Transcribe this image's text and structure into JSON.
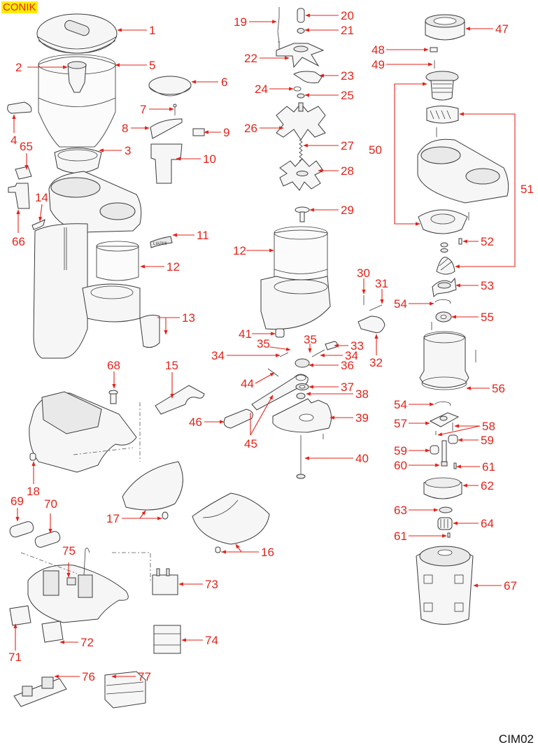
{
  "header": {
    "model_badge": "CONIK"
  },
  "footer": {
    "drawing_code": "CIM02"
  },
  "colors": {
    "label": "#e2231a",
    "badge_bg": "#ffee00",
    "line_art": "#3a3a3a"
  },
  "callouts": [
    {
      "id": "c1",
      "text": "1",
      "part": "hopper-lid"
    },
    {
      "id": "c2",
      "text": "2",
      "part": "hopper-throat"
    },
    {
      "id": "c5",
      "text": "5",
      "part": "bean-hopper"
    },
    {
      "id": "c6",
      "text": "6",
      "part": "dosing-cover"
    },
    {
      "id": "c7",
      "text": "7",
      "part": "screw"
    },
    {
      "id": "c8",
      "text": "8",
      "part": "half-cover-plate"
    },
    {
      "id": "c9",
      "text": "9",
      "part": "microswitch"
    },
    {
      "id": "c10",
      "text": "10",
      "part": "switch-bracket"
    },
    {
      "id": "c4",
      "text": "4",
      "part": "hopper-gate"
    },
    {
      "id": "c65",
      "text": "65",
      "part": "switch-cap"
    },
    {
      "id": "c3",
      "text": "3",
      "part": "hopper-collar"
    },
    {
      "id": "c14",
      "text": "14",
      "part": "side-strip"
    },
    {
      "id": "c66",
      "text": "66",
      "part": "main-switch"
    },
    {
      "id": "c11",
      "text": "11",
      "part": "logo-badge"
    },
    {
      "id": "c12a",
      "text": "12",
      "part": "doser-glass"
    },
    {
      "id": "c13",
      "text": "13",
      "part": "discharge-spout"
    },
    {
      "id": "c19",
      "text": "19",
      "part": "stirring-wire"
    },
    {
      "id": "c20",
      "text": "20",
      "part": "knob-cap"
    },
    {
      "id": "c21",
      "text": "21",
      "part": "nut"
    },
    {
      "id": "c22",
      "text": "22",
      "part": "dosing-star-top"
    },
    {
      "id": "c23",
      "text": "23",
      "part": "dose-plate"
    },
    {
      "id": "c24",
      "text": "24",
      "part": "circlip"
    },
    {
      "id": "c25",
      "text": "25",
      "part": "washer"
    },
    {
      "id": "c26",
      "text": "26",
      "part": "dosing-star"
    },
    {
      "id": "c27",
      "text": "27",
      "part": "spring"
    },
    {
      "id": "c28",
      "text": "28",
      "part": "lower-star"
    },
    {
      "id": "c29",
      "text": "29",
      "part": "doser-pin"
    },
    {
      "id": "c12b",
      "text": "12",
      "part": "doser-glass"
    },
    {
      "id": "c30",
      "text": "30",
      "part": "screw"
    },
    {
      "id": "c31",
      "text": "31",
      "part": "spring"
    },
    {
      "id": "c32",
      "text": "32",
      "part": "lever-bracket"
    },
    {
      "id": "c41",
      "text": "41",
      "part": "bushing"
    },
    {
      "id": "c35a",
      "text": "35",
      "part": "pin"
    },
    {
      "id": "c35b",
      "text": "35",
      "part": "pin"
    },
    {
      "id": "c33",
      "text": "33",
      "part": "spring-hook"
    },
    {
      "id": "c34a",
      "text": "34",
      "part": "spring"
    },
    {
      "id": "c34b",
      "text": "34",
      "part": "spring"
    },
    {
      "id": "c36",
      "text": "36",
      "part": "knurled-nut"
    },
    {
      "id": "c44",
      "text": "44",
      "part": "return-spring"
    },
    {
      "id": "c37",
      "text": "37",
      "part": "washer"
    },
    {
      "id": "c38",
      "text": "38",
      "part": "hex-nut"
    },
    {
      "id": "c46",
      "text": "46",
      "part": "lever-grip"
    },
    {
      "id": "c39",
      "text": "39",
      "part": "doser-base-plate"
    },
    {
      "id": "c45",
      "text": "45",
      "part": "dosing-lever"
    },
    {
      "id": "c40",
      "text": "40",
      "part": "long-bolt"
    },
    {
      "id": "c47",
      "text": "47",
      "part": "adjust-ring"
    },
    {
      "id": "c48",
      "text": "48",
      "part": "lock-tab"
    },
    {
      "id": "c49",
      "text": "49",
      "part": "spring"
    },
    {
      "id": "c50",
      "text": "50",
      "part": "upper-burr-carrier"
    },
    {
      "id": "c51",
      "text": "51",
      "part": "burr-set"
    },
    {
      "id": "c52",
      "text": "52",
      "part": "pin"
    },
    {
      "id": "c53",
      "text": "53",
      "part": "ejector"
    },
    {
      "id": "c54a",
      "text": "54",
      "part": "circlip"
    },
    {
      "id": "c55",
      "text": "55",
      "part": "bearing"
    },
    {
      "id": "c56",
      "text": "56",
      "part": "gear-housing"
    },
    {
      "id": "c54b",
      "text": "54",
      "part": "circlip"
    },
    {
      "id": "c57",
      "text": "57",
      "part": "planet-carrier"
    },
    {
      "id": "c58",
      "text": "58",
      "part": "planet-pin"
    },
    {
      "id": "c59a",
      "text": "59",
      "part": "planet-gear"
    },
    {
      "id": "c59b",
      "text": "59",
      "part": "planet-gear"
    },
    {
      "id": "c60",
      "text": "60",
      "part": "main-shaft"
    },
    {
      "id": "c61a",
      "text": "61",
      "part": "key"
    },
    {
      "id": "c62",
      "text": "62",
      "part": "ring-gear"
    },
    {
      "id": "c63",
      "text": "63",
      "part": "bearing"
    },
    {
      "id": "c64",
      "text": "64",
      "part": "pinion"
    },
    {
      "id": "c61b",
      "text": "61",
      "part": "key"
    },
    {
      "id": "c67",
      "text": "67",
      "part": "motor"
    },
    {
      "id": "c68",
      "text": "68",
      "part": "indicator-light"
    },
    {
      "id": "c15",
      "text": "15",
      "part": "fork-holder"
    },
    {
      "id": "c18",
      "text": "18",
      "part": "foot"
    },
    {
      "id": "c17",
      "text": "17",
      "part": "drip-tray-foot"
    },
    {
      "id": "c16",
      "text": "16",
      "part": "grounds-tray"
    },
    {
      "id": "c69",
      "text": "69",
      "part": "capacitor"
    },
    {
      "id": "c70",
      "text": "70",
      "part": "capacitor"
    },
    {
      "id": "c75",
      "text": "75",
      "part": "relay"
    },
    {
      "id": "c73",
      "text": "73",
      "part": "contactor"
    },
    {
      "id": "c74",
      "text": "74",
      "part": "timer-relay"
    },
    {
      "id": "c71",
      "text": "71",
      "part": "switch"
    },
    {
      "id": "c72",
      "text": "72",
      "part": "terminal-block"
    },
    {
      "id": "c76",
      "text": "76",
      "part": "pcb"
    },
    {
      "id": "c77",
      "text": "77",
      "part": "transformer"
    }
  ]
}
